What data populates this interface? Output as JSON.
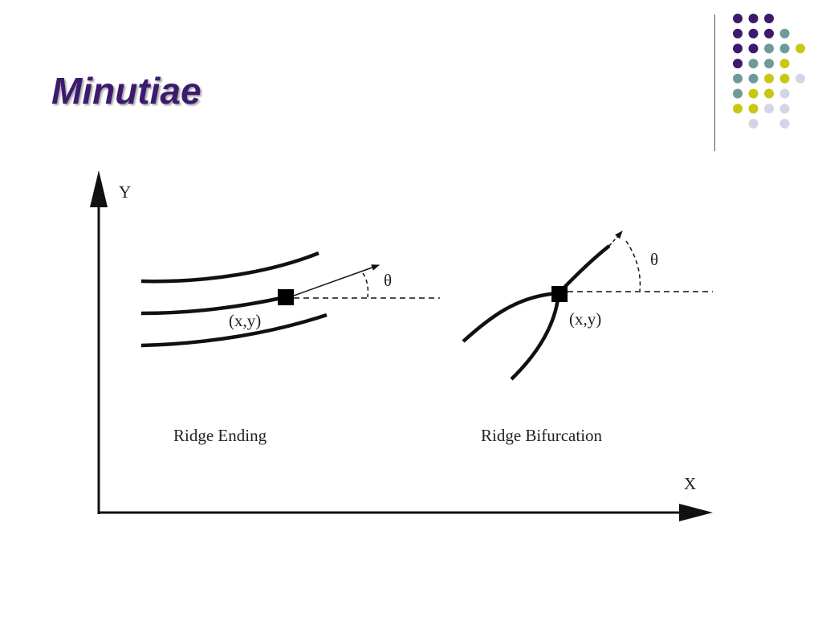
{
  "slide": {
    "title": "Minutiae"
  },
  "colors": {
    "title": "#3d1a6e",
    "dot_purple": "#3d1a6e",
    "dot_teal": "#6f9a9a",
    "dot_yellow": "#c8c814",
    "dot_lavender": "#d4d4e8"
  },
  "diagram": {
    "axis_y_label": "Y",
    "axis_x_label": "X",
    "ridge_ending": {
      "point_label": "(x,y)",
      "angle_label": "θ",
      "caption": "Ridge Ending"
    },
    "ridge_bifurcation": {
      "point_label": "(x,y)",
      "angle_label": "θ",
      "caption": "Ridge Bifurcation"
    }
  }
}
